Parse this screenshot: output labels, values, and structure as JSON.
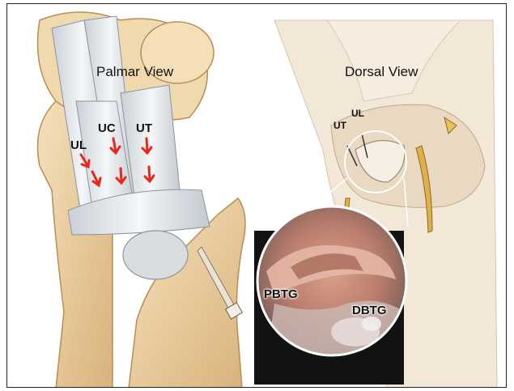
{
  "palmar": {
    "title": "Palmar View",
    "labels": {
      "ul": "UL",
      "uc": "UC",
      "ut": "UT"
    }
  },
  "dorsal": {
    "title": "Dorsal View",
    "labels": {
      "ut": "UT",
      "ul": "UL"
    }
  },
  "arthroscopy": {
    "labels": {
      "pbtg": "PBTG",
      "dbtg": "DBTG"
    }
  },
  "colors": {
    "arrow": "#e8261c",
    "bone": "#efd3a6",
    "ligament": "#e6eaee",
    "tissue": "#f2e4d4"
  }
}
